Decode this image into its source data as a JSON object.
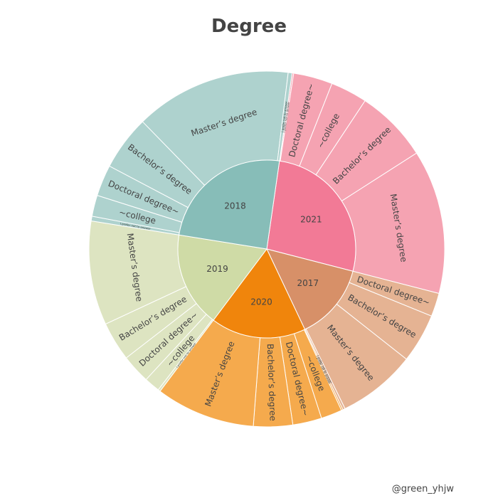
{
  "chart_data": {
    "type": "sunburst",
    "title": "Degree",
    "branches": [
      {
        "name": "2021",
        "color": "#f27a96",
        "light": "#f5a3b2",
        "children": [
          {
            "name": "I prefer not to answer",
            "value": 2
          },
          {
            "name": "Doctoral degree~",
            "value": 50
          },
          {
            "name": "~college",
            "value": 47
          },
          {
            "name": "Bachelor’s degree",
            "value": 93
          },
          {
            "name": "Master’s degree",
            "value": 184
          }
        ]
      },
      {
        "name": "2017",
        "color": "#d79068",
        "light": "#e5b393",
        "children": [
          {
            "name": "Doctoral degree~",
            "value": 30
          },
          {
            "name": "Bachelor’s degree",
            "value": 63
          },
          {
            "name": "Master’s degree",
            "value": 100
          },
          {
            "name": "I prefer not to answer",
            "value": 3
          }
        ]
      },
      {
        "name": "2020",
        "color": "#f0850c",
        "light": "#f5aa4d",
        "children": [
          {
            "name": "I prefer not to answer",
            "value": 2
          },
          {
            "name": "~college",
            "value": 27
          },
          {
            "name": "Doctoral degree~",
            "value": 37
          },
          {
            "name": "Bachelor’s degree",
            "value": 50
          },
          {
            "name": "Master’s degree",
            "value": 127
          }
        ]
      },
      {
        "name": "2019",
        "color": "#cfdba6",
        "light": "#dde4c1",
        "children": [
          {
            "name": "I prefer not to answer",
            "value": 3
          },
          {
            "name": "~college",
            "value": 20
          },
          {
            "name": "Doctoral degree~",
            "value": 37
          },
          {
            "name": "Bachelor’s degree",
            "value": 50
          },
          {
            "name": "Master’s degree",
            "value": 133
          }
        ]
      },
      {
        "name": "2018",
        "color": "#87bdb8",
        "light": "#aed2ce",
        "children": [
          {
            "name": "I prefer not to answer",
            "value": 6
          },
          {
            "name": "~college",
            "value": 27
          },
          {
            "name": "Doctoral degree~",
            "value": 40
          },
          {
            "name": "Bachelor’s degree",
            "value": 70
          },
          {
            "name": "Master’s degree",
            "value": 200
          },
          {
            "name": "I prefer not to answer",
            "value": 5
          }
        ]
      }
    ]
  },
  "watermark": "@green_yhjw"
}
